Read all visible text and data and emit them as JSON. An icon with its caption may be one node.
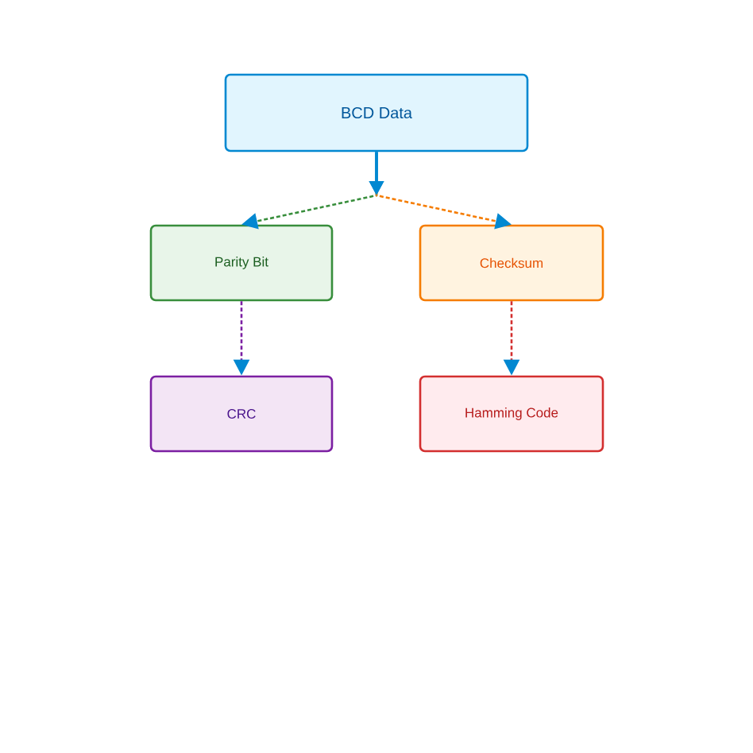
{
  "diagram": {
    "nodes": [
      {
        "text": [
          "BCD Data"
        ]
      },
      {
        "text": [
          "Parity Bit"
        ]
      },
      {
        "text": [
          "Checksum"
        ]
      },
      {
        "text": [
          "CRC"
        ]
      },
      {
        "text": [
          "Hamming Code"
        ]
      }
    ],
    "edges": [
      {
        "from": 0,
        "to": 1,
        "arrow": "to",
        "style": "dashed",
        "color": "#388e3c"
      },
      {
        "from": 0,
        "to": 2,
        "arrow": "to",
        "style": "dashed",
        "color": "#f57c00"
      },
      {
        "from": 1,
        "to": 3,
        "arrow": "to",
        "style": "dashed",
        "color": "#7b1fa2"
      },
      {
        "from": 2,
        "to": 4,
        "arrow": "to",
        "style": "dashed",
        "color": "#d32f2f"
      }
    ]
  }
}
